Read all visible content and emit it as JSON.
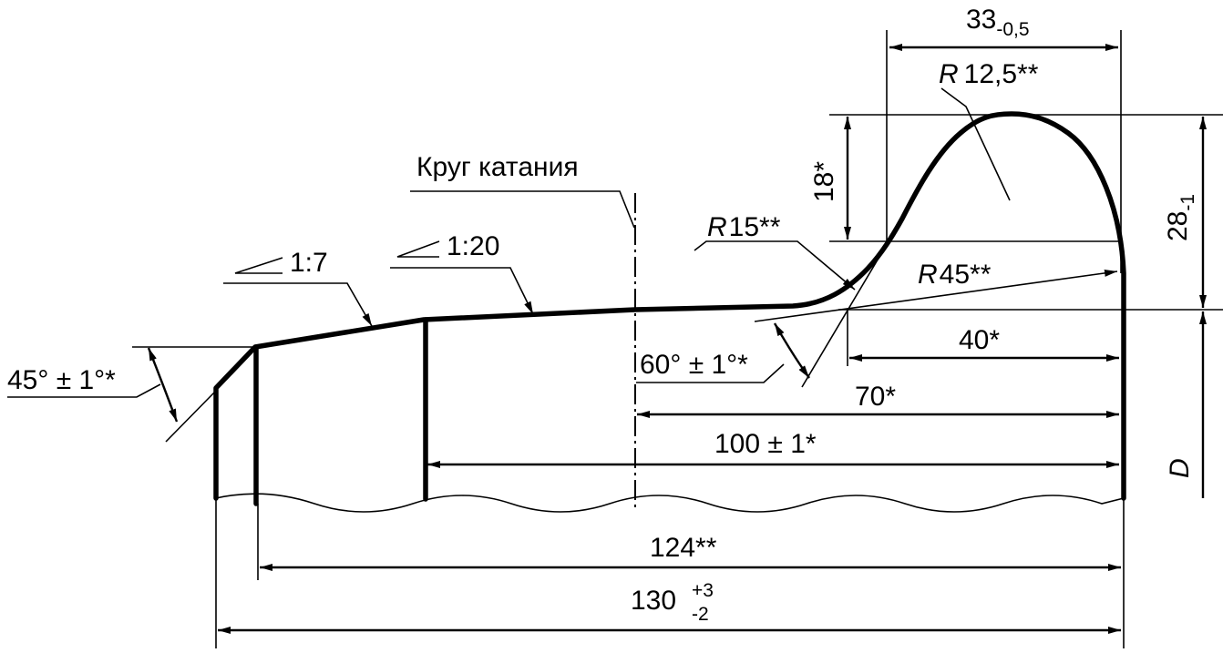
{
  "labels": {
    "rolling_circle": "Круг катания",
    "taper_outer_ratio": "1:7",
    "taper_inner_ratio": "1:20",
    "chamfer_angle": "45° ± 1°*",
    "flange_angle": "60° ± 1°*",
    "radius_flange_top_prefix": "R",
    "radius_flange_top_value": "12,5**",
    "radius_fillet_prefix": "R",
    "radius_fillet_value": "15**",
    "radius_flange_prefix": "R",
    "radius_flange_value": "45**",
    "diameter": "D"
  },
  "dimensions": {
    "flange_width_base": "33",
    "flange_width_tol": "-0,5",
    "flange_height_base": "28",
    "flange_height_tol": "-1",
    "height_18": "18*",
    "dist_40": "40*",
    "dist_70": "70*",
    "dist_100": "100 ± 1*",
    "dist_124": "124**",
    "width_130_base": "130",
    "width_130_tol_upper": "+3",
    "width_130_tol_lower": "-2"
  }
}
